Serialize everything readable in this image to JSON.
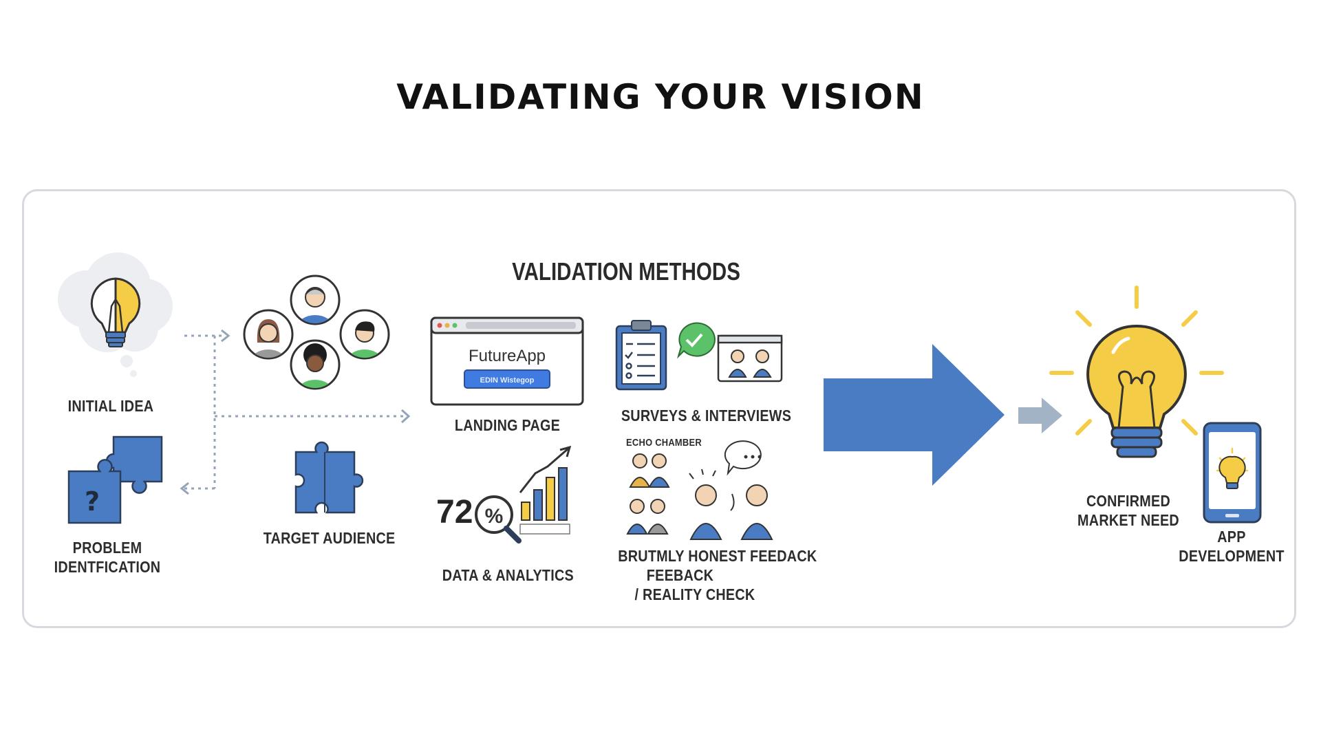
{
  "title": "VALIDATING YOUR VISION",
  "section_title": "VALIDATION METHODS",
  "labels": {
    "initial_idea": "INITIAL IDEA",
    "problem_identification": [
      "PROBLEM",
      "IDENTFICATION"
    ],
    "target_audience": "TARGET AUDIENCE",
    "landing_page": "LANDING PAGE",
    "surveys_interviews": "SURVEYS & INTERVIEWS",
    "data_analytics": "DATA & ANALYTICS",
    "echo_chamber": "ECHO CHAMBER",
    "feedback": [
      "BRUTMLY HONEST FEEDACK",
      "FEEBACK",
      "/ REALITY CHECK"
    ],
    "confirmed_market_need": [
      "CONFIRMED",
      "MARKET NEED"
    ],
    "app_development": [
      "APP",
      "DEVELOPMENT"
    ]
  },
  "landing_page_mock": {
    "app_name": "FutureApp",
    "button_label": "EDIN Wistegop"
  },
  "analytics": {
    "percent_value": "72",
    "percent_symbol": "%"
  },
  "colors": {
    "accent_blue": "#4a7cc4",
    "bulb_yellow": "#f5cc45",
    "arrow_gray": "#9fb0c4",
    "check_green": "#5cc26a",
    "panel_border": "#d6d9dd"
  }
}
